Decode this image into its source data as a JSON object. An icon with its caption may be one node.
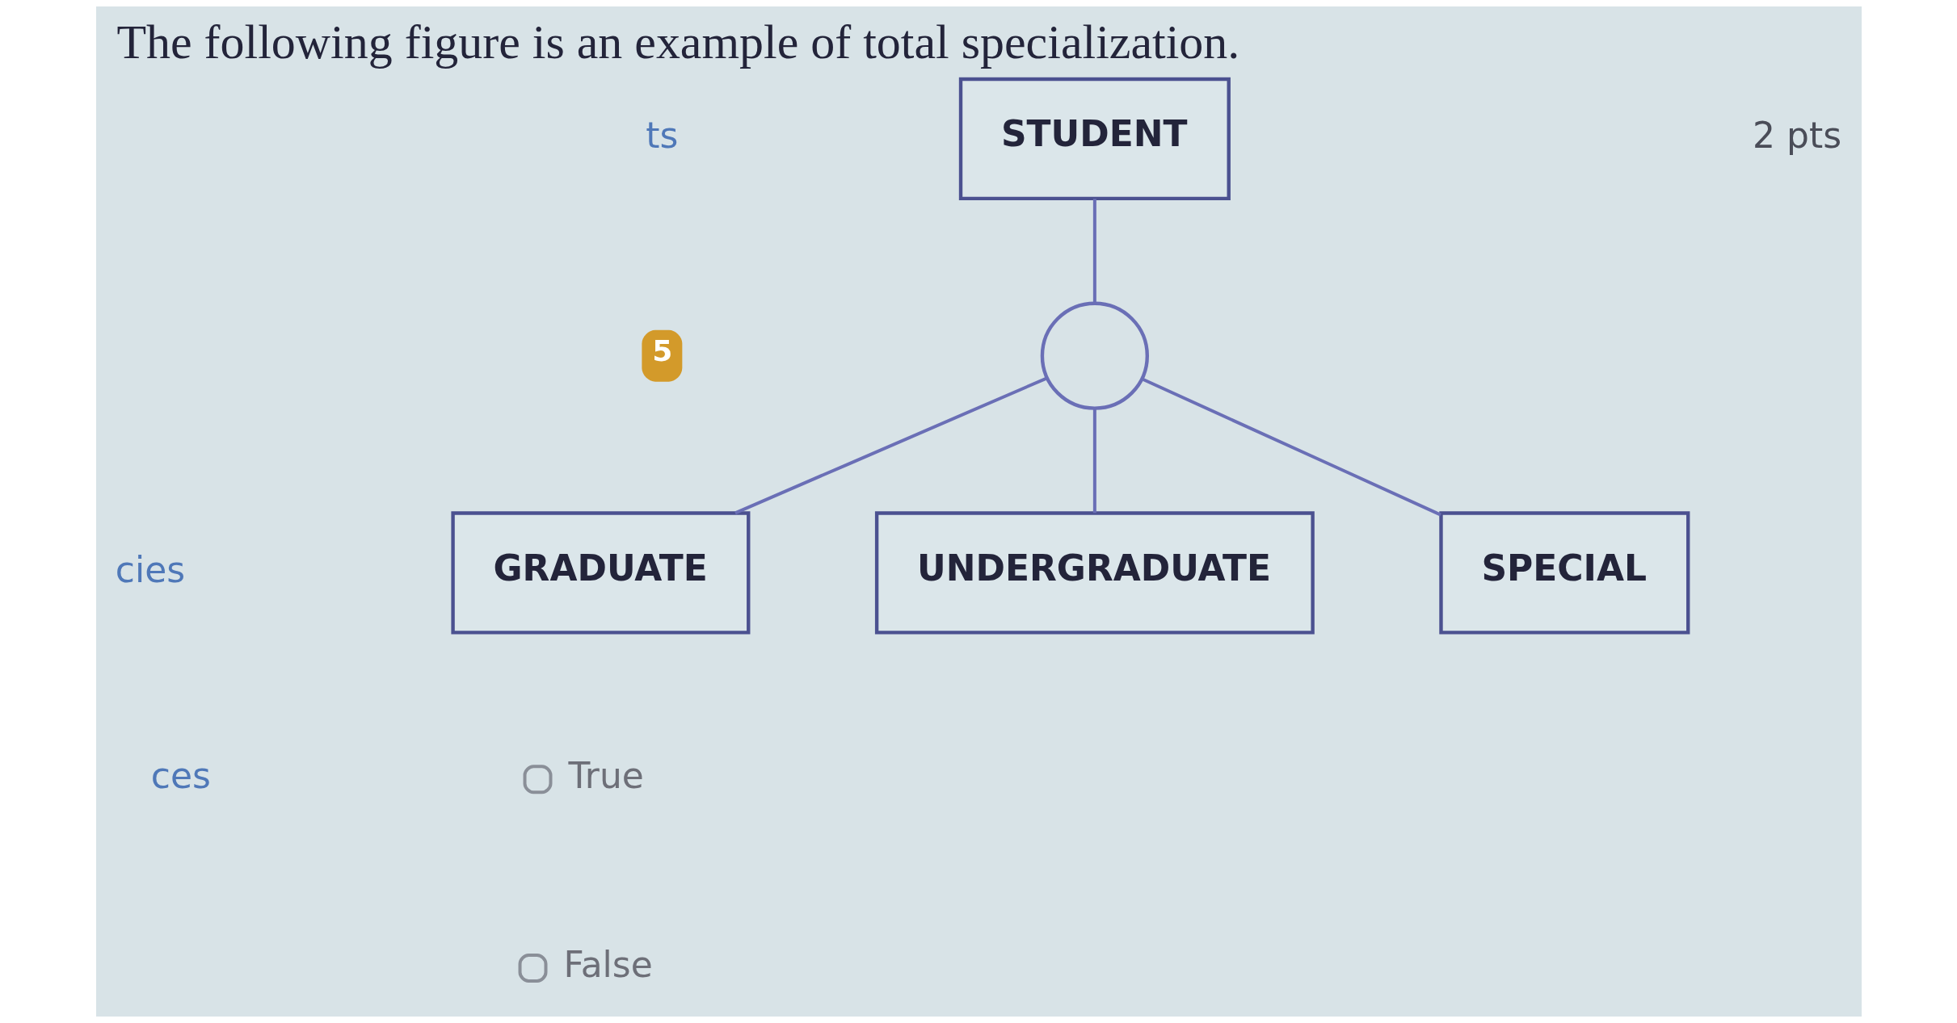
{
  "diagram": {
    "title": "The following figure is an example of total specialization.",
    "nodes": [
      {
        "text": [
          "STUDENT"
        ]
      },
      {
        "text": [],
        "shape": "circle"
      },
      {
        "text": [
          "GRADUATE"
        ]
      },
      {
        "text": [
          "UNDERGRADUATE"
        ]
      },
      {
        "text": [
          "SPECIAL"
        ]
      }
    ],
    "edges": [
      {
        "from": 0,
        "to": 1,
        "arrow": "none"
      },
      {
        "from": 1,
        "to": 2,
        "arrow": "none"
      },
      {
        "from": 1,
        "to": 3,
        "arrow": "none"
      },
      {
        "from": 1,
        "to": 4,
        "arrow": "none"
      }
    ],
    "labels": [
      "2 pts",
      "ts",
      "5",
      "cies",
      "ces",
      "True",
      "False"
    ]
  }
}
